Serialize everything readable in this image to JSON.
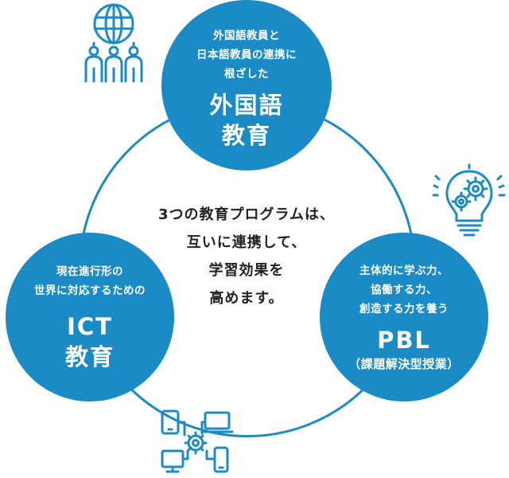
{
  "center_text": {
    "lines": [
      "3つの教育プログラムは、",
      "互いに連携して、",
      "学習効果を",
      "高めます。"
    ]
  },
  "circles": {
    "foreign": {
      "desc": [
        "外国語教員と",
        "日本語教員の連携に",
        "根ざした"
      ],
      "title": [
        "外国語",
        "教育"
      ]
    },
    "ict": {
      "desc": [
        "現在進行形の",
        "世界に対応するための"
      ],
      "title": [
        "ICT",
        "教育"
      ]
    },
    "pbl": {
      "desc": [
        "主体的に学ぶ力、",
        "協働する力、",
        "創造する力を養う"
      ],
      "title": [
        "PBL"
      ],
      "subtitle": "（課題解決型授業）"
    }
  },
  "icons": {
    "top_left": "globe-people-icon",
    "right": "lightbulb-gears-icon",
    "bottom": "devices-gear-icon"
  },
  "colors": {
    "accent": "#1b8bc6",
    "text": "#222222"
  }
}
